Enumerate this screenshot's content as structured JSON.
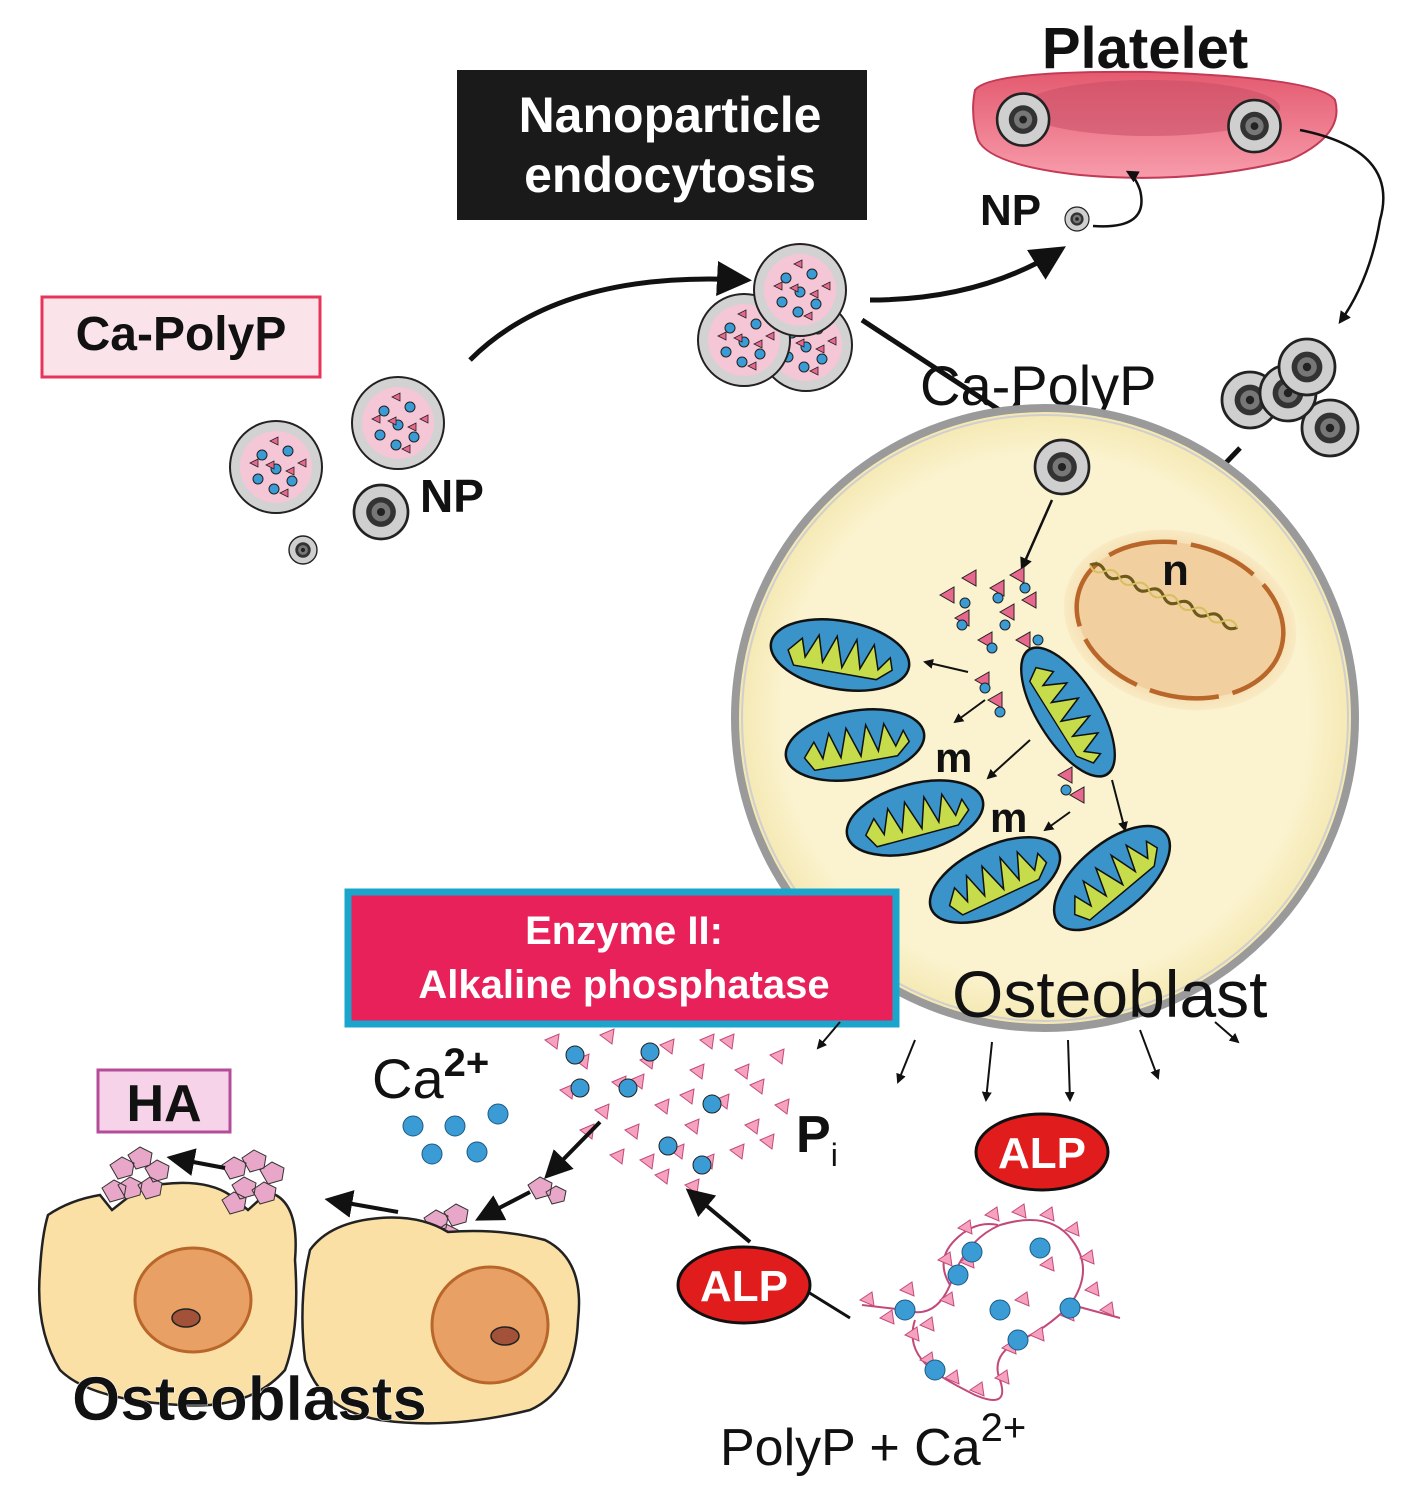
{
  "labels": {
    "platelet": "Platelet",
    "np_endocytosis_line1": "Nanoparticle",
    "np_endocytosis_line2": "endocytosis",
    "np_top": "NP",
    "np_left": "NP",
    "ca_polyp_box": "Ca-PolyP",
    "ca_polyp_mid": "Ca-PolyP",
    "nucleus": "n",
    "mito1": "m",
    "mito2": "m",
    "osteoblast": "Osteoblast",
    "enzyme_line1": "Enzyme II:",
    "enzyme_line2": "Alkaline phosphatase",
    "ca": "Ca",
    "ca_sup": "2+",
    "pi": "P",
    "pi_sub": "i",
    "alp_right": "ALP",
    "alp_left": "ALP",
    "ha": "HA",
    "osteoblasts": "Osteoblasts",
    "polyp": "PolyP + Ca",
    "polyp_sup": "2+"
  },
  "colors": {
    "black_box": "#1a1a1a",
    "pink_box_border": "#e8345a",
    "pink_box_fill": "#fbe3ea",
    "enzyme_fill": "#e8215a",
    "enzyme_border": "#1aa6cc",
    "alp_fill": "#e01c1c",
    "cell_fill": "#fbf3cf",
    "mito_fill": "#3a93c9",
    "mito_inner": "#c6dc4a",
    "platelet": "#f07c8e",
    "osteo_fill": "#fbe0a6",
    "osteo_nucleus": "#e9a064",
    "ion_blue": "#3a9bd5",
    "pi_pink": "#f6a1bd",
    "ha_box_fill": "#f6d3e8",
    "ha_box_border": "#b44c9a"
  }
}
